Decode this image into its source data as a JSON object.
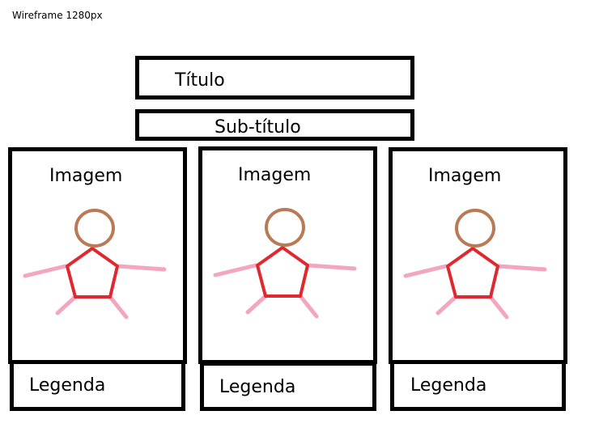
{
  "caption": "Wireframe 1280px",
  "title": "Título",
  "subtitle": "Sub-título",
  "cards": [
    {
      "image_label": "Imagem",
      "legend": "Legenda"
    },
    {
      "image_label": "Imagem",
      "legend": "Legenda"
    },
    {
      "image_label": "Imagem",
      "legend": "Legenda"
    }
  ],
  "colors": {
    "head": "#b97a57",
    "body": "#e0282e",
    "limbs": "#f2a6c0"
  },
  "icons": {
    "figure": "stick-figure-icon"
  }
}
